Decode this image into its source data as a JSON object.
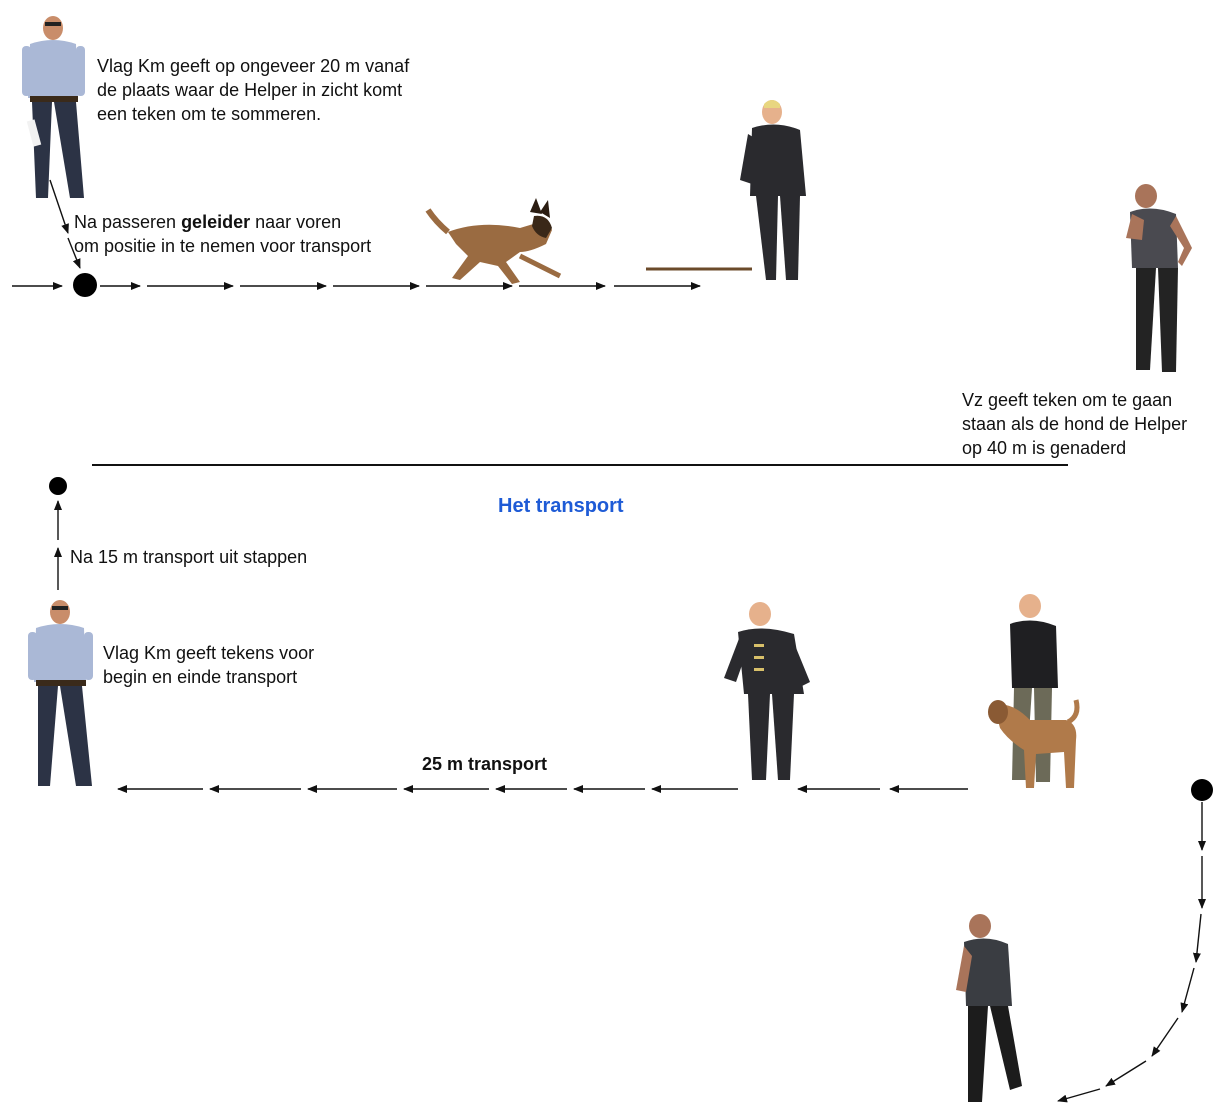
{
  "top_section": {
    "flag_km_note": "Vlag Km geeft op ongeveer 20 m vanaf\nde plaats waar de Helper in zicht komt\neen teken om te sommeren.",
    "handler_note_before": "Na passeren ",
    "handler_note_bold": "geleider",
    "handler_note_after": " naar voren\nom positie in te nemen voor transport",
    "vz_note": "Vz geeft teken om te gaan\nstaan als de hond de Helper\nop 40 m is genaderd"
  },
  "section_title": "Het transport",
  "section_title_color": "#1e5bd6",
  "bottom_section": {
    "exit_note": "Na 15 m transport uit stappen",
    "flag_km_note": "Vlag Km geeft tekens voor\nbegin en einde transport",
    "distance_label": "25 m transport"
  },
  "figures": [
    "flag-judge-figure",
    "dog-figure",
    "helper-figure",
    "handler-figure"
  ]
}
